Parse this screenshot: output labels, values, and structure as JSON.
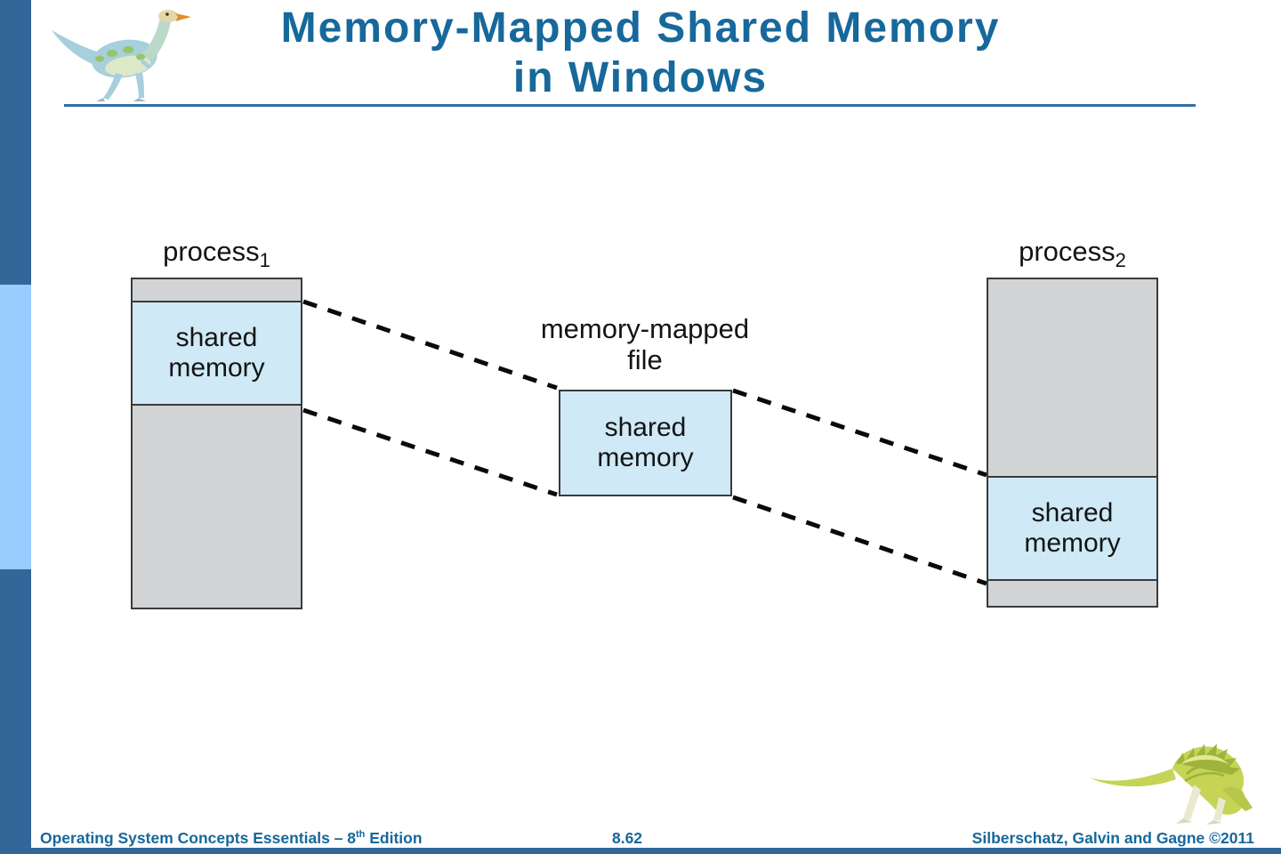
{
  "title": {
    "line1": "Memory-Mapped Shared Memory",
    "line2": "in Windows"
  },
  "diagram": {
    "process1": {
      "label": "process",
      "sub": "1",
      "shared_line1": "shared",
      "shared_line2": "memory"
    },
    "process2": {
      "label": "process",
      "sub": "2",
      "shared_line1": "shared",
      "shared_line2": "memory"
    },
    "mapped_file": {
      "label_line1": "memory-mapped",
      "label_line2": "file",
      "shared_line1": "shared",
      "shared_line2": "memory"
    }
  },
  "footer": {
    "book_prefix": "Operating System Concepts Essentials – 8",
    "edition_sup": "th",
    "edition_suffix": " Edition",
    "page": "8.62",
    "authors": "Silberschatz, Galvin and Gagne ©2011"
  },
  "icons": {
    "top_left": "dinosaur-logo",
    "bottom_right": "dinosaur-logo"
  },
  "colors": {
    "sidebar_dark": "#336699",
    "sidebar_light": "#99CCFF",
    "title_blue": "#17689B",
    "rule_blue": "#2F6FA6",
    "box_gray": "#D1D3D4",
    "box_blue": "#CFE9F7",
    "box_border": "#3A3A3A",
    "dash_black": "#0A0A0A"
  }
}
